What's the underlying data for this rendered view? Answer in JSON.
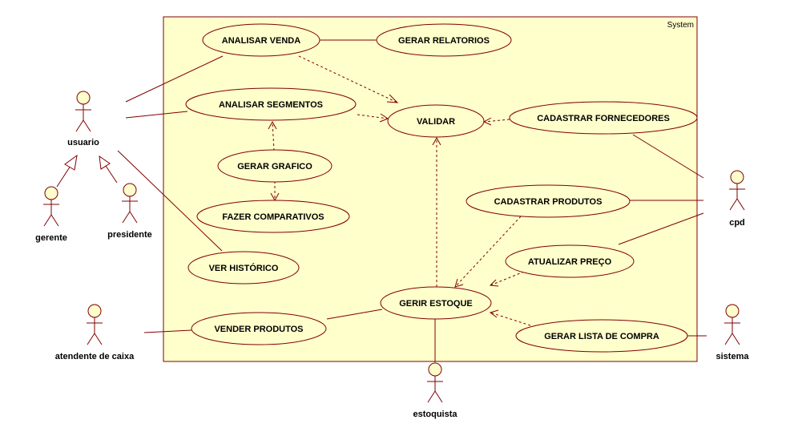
{
  "system": {
    "label": "System"
  },
  "use_cases": [
    {
      "id": "analisar-venda",
      "label": "ANALISAR VENDA"
    },
    {
      "id": "gerar-relatorios",
      "label": "GERAR RELATORIOS"
    },
    {
      "id": "analisar-segmentos",
      "label": "ANALISAR SEGMENTOS"
    },
    {
      "id": "validar",
      "label": "VALIDAR"
    },
    {
      "id": "cadastrar-fornecedores",
      "label": "CADASTRAR FORNECEDORES"
    },
    {
      "id": "gerar-grafico",
      "label": "GERAR GRAFICO"
    },
    {
      "id": "fazer-comparativos",
      "label": "FAZER COMPARATIVOS"
    },
    {
      "id": "cadastrar-produtos",
      "label": "CADASTRAR PRODUTOS"
    },
    {
      "id": "atualizar-preco",
      "label": "ATUALIZAR PREÇO"
    },
    {
      "id": "ver-historico",
      "label": "VER HISTÓRICO"
    },
    {
      "id": "gerir-estoque",
      "label": "GERIR ESTOQUE"
    },
    {
      "id": "vender-produtos",
      "label": "VENDER PRODUTOS"
    },
    {
      "id": "gerar-lista-de-compra",
      "label": "GERAR LISTA DE COMPRA"
    }
  ],
  "actors": [
    {
      "id": "usuario",
      "label": "usuario"
    },
    {
      "id": "gerente",
      "label": "gerente"
    },
    {
      "id": "presidente",
      "label": "presidente"
    },
    {
      "id": "atendente-de-caixa",
      "label": "atendente de caixa"
    },
    {
      "id": "estoquista",
      "label": "estoquista"
    },
    {
      "id": "cpd",
      "label": "cpd"
    },
    {
      "id": "sistema",
      "label": "sistema"
    }
  ],
  "colors": {
    "line": "#800000",
    "fill": "#ffffcc",
    "text": "#000000"
  }
}
